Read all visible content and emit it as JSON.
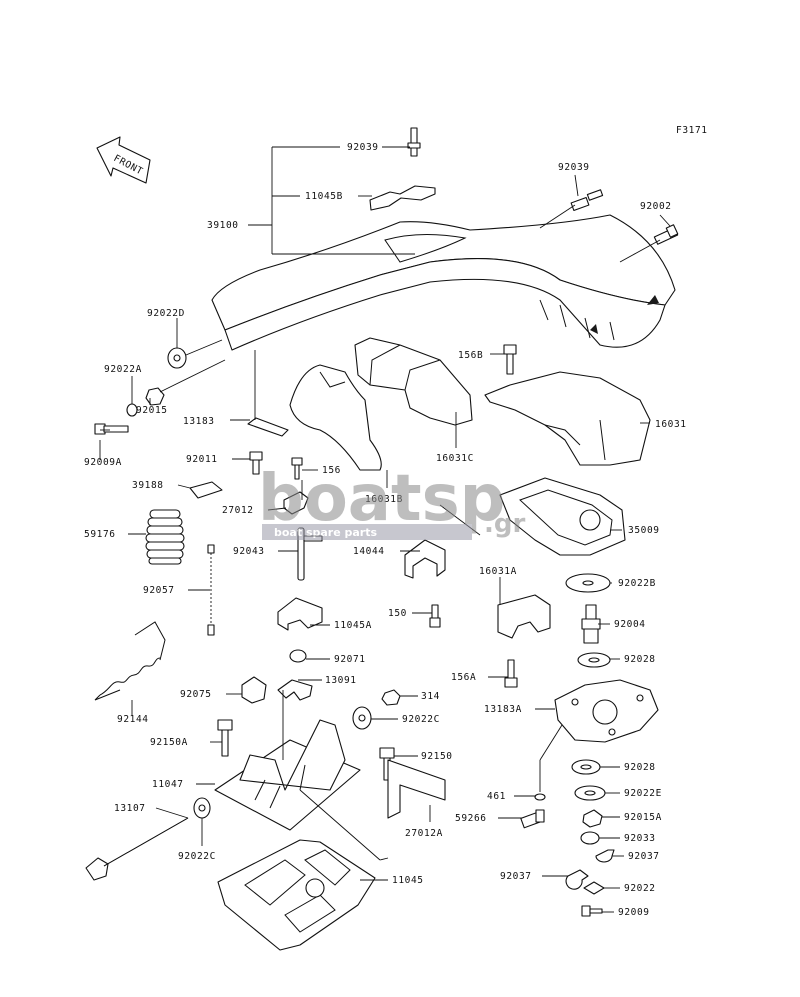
{
  "diagram_code": "F3171",
  "front_label": "FRONT",
  "watermark": {
    "brand": "boatsp",
    "suffix": ".gr",
    "tagline": "boat spare parts"
  },
  "parts": [
    {
      "id": "92039",
      "label": "92039"
    },
    {
      "id": "11045B",
      "label": "11045B"
    },
    {
      "id": "39100",
      "label": "39100"
    },
    {
      "id": "92039b",
      "label": "92039"
    },
    {
      "id": "92002",
      "label": "92002"
    },
    {
      "id": "92022D",
      "label": "92022D"
    },
    {
      "id": "92022A",
      "label": "92022A"
    },
    {
      "id": "92015",
      "label": "92015"
    },
    {
      "id": "92009A",
      "label": "92009A"
    },
    {
      "id": "13183",
      "label": "13183"
    },
    {
      "id": "156B",
      "label": "156B"
    },
    {
      "id": "16031",
      "label": "16031"
    },
    {
      "id": "16031C",
      "label": "16031C"
    },
    {
      "id": "92011",
      "label": "92011"
    },
    {
      "id": "156",
      "label": "156"
    },
    {
      "id": "39188",
      "label": "39188"
    },
    {
      "id": "16031B",
      "label": "16031B"
    },
    {
      "id": "27012",
      "label": "27012"
    },
    {
      "id": "35009",
      "label": "35009"
    },
    {
      "id": "59176",
      "label": "59176"
    },
    {
      "id": "92043",
      "label": "92043"
    },
    {
      "id": "14044",
      "label": "14044"
    },
    {
      "id": "16031A",
      "label": "16031A"
    },
    {
      "id": "92022B",
      "label": "92022B"
    },
    {
      "id": "92057",
      "label": "92057"
    },
    {
      "id": "11045A",
      "label": "11045A"
    },
    {
      "id": "150",
      "label": "150"
    },
    {
      "id": "92004",
      "label": "92004"
    },
    {
      "id": "92071",
      "label": "92071"
    },
    {
      "id": "92028",
      "label": "92028"
    },
    {
      "id": "156A",
      "label": "156A"
    },
    {
      "id": "92144",
      "label": "92144"
    },
    {
      "id": "92075",
      "label": "92075"
    },
    {
      "id": "13091",
      "label": "13091"
    },
    {
      "id": "314",
      "label": "314"
    },
    {
      "id": "13183A",
      "label": "13183A"
    },
    {
      "id": "92150A",
      "label": "92150A"
    },
    {
      "id": "92022C",
      "label": "92022C"
    },
    {
      "id": "92150",
      "label": "92150"
    },
    {
      "id": "92028b",
      "label": "92028"
    },
    {
      "id": "11047",
      "label": "11047"
    },
    {
      "id": "461",
      "label": "461"
    },
    {
      "id": "92022E",
      "label": "92022E"
    },
    {
      "id": "13107",
      "label": "13107"
    },
    {
      "id": "59266",
      "label": "59266"
    },
    {
      "id": "92015A",
      "label": "92015A"
    },
    {
      "id": "27012A",
      "label": "27012A"
    },
    {
      "id": "92033",
      "label": "92033"
    },
    {
      "id": "92022Cb",
      "label": "92022C"
    },
    {
      "id": "92037",
      "label": "92037"
    },
    {
      "id": "92037b",
      "label": "92037"
    },
    {
      "id": "11045",
      "label": "11045"
    },
    {
      "id": "92022",
      "label": "92022"
    },
    {
      "id": "92009",
      "label": "92009"
    }
  ]
}
